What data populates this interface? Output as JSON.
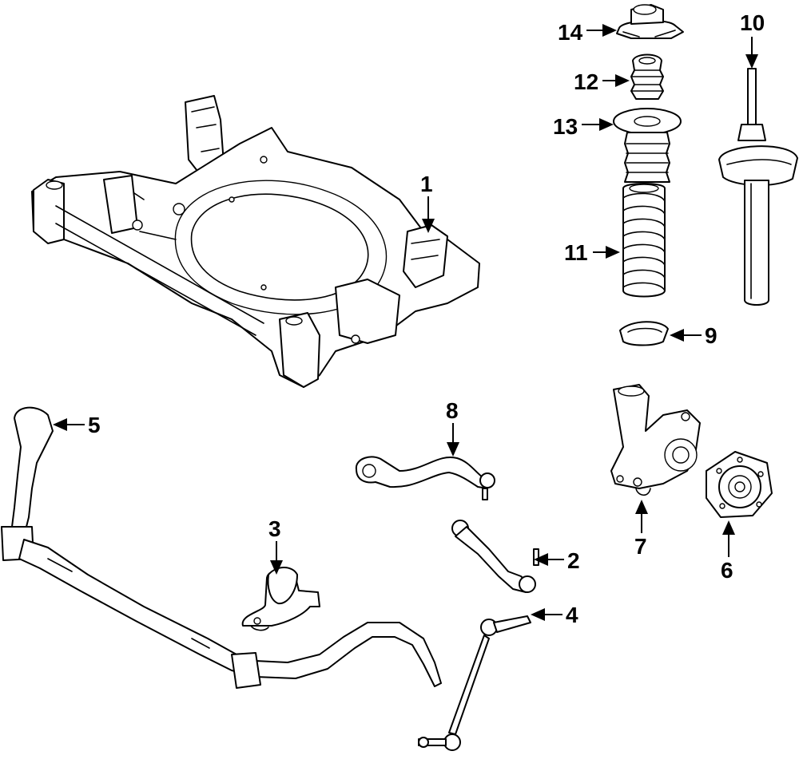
{
  "diagram": {
    "title": "Front suspension components",
    "callouts": [
      {
        "id": "c1",
        "number": "1",
        "part": "crossmember"
      },
      {
        "id": "c2",
        "number": "2",
        "part": "lower-control-arm-rear"
      },
      {
        "id": "c3",
        "number": "3",
        "part": "stabilizer-bar-bushing"
      },
      {
        "id": "c4",
        "number": "4",
        "part": "stabilizer-link"
      },
      {
        "id": "c5",
        "number": "5",
        "part": "stabilizer-bar"
      },
      {
        "id": "c6",
        "number": "6",
        "part": "hub-bearing"
      },
      {
        "id": "c7",
        "number": "7",
        "part": "steering-knuckle"
      },
      {
        "id": "c8",
        "number": "8",
        "part": "lower-control-arm-front"
      },
      {
        "id": "c9",
        "number": "9",
        "part": "lower-spring-seat"
      },
      {
        "id": "c10",
        "number": "10",
        "part": "strut"
      },
      {
        "id": "c11",
        "number": "11",
        "part": "coil-spring"
      },
      {
        "id": "c12",
        "number": "12",
        "part": "bump-stop"
      },
      {
        "id": "c13",
        "number": "13",
        "part": "dust-boot"
      },
      {
        "id": "c14",
        "number": "14",
        "part": "upper-mount"
      }
    ]
  }
}
